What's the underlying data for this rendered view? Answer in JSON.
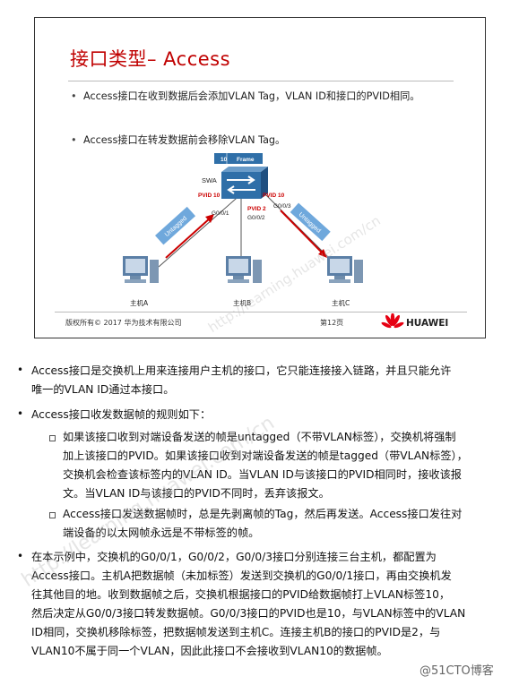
{
  "slide": {
    "title": "接口类型– Access",
    "bullets": [
      "Access接口在收到数据后会添加VLAN Tag，VLAN ID和接口的PVID相同。",
      "Access接口在转发数据前会移除VLAN Tag。"
    ],
    "diagram": {
      "frame_vlan": "10",
      "frame_label": "Frame",
      "switch_name": "SWA",
      "pvid_left": "PVID 10",
      "pvid_mid": "PVID 2",
      "pvid_right": "PVID 10",
      "port_left": "G0/0/1",
      "port_mid": "G0/0/2",
      "port_right": "G0/0/3",
      "untagged_left": "Untagged",
      "untagged_right": "Untagged",
      "host_a": "主机A",
      "host_b": "主机B",
      "host_c": "主机C"
    },
    "footer": {
      "copyright": "版权所有© 2017 华为技术有限公司",
      "page": "第12页",
      "brand": "HUAWEI"
    }
  },
  "body": {
    "p1_line1": "Access接口是交换机上用来连接用户主机的接口，它只能连接接入链路，并且只能允许",
    "p1_line2": "唯一的VLAN ID通过本接口。",
    "p2": "Access接口收发数据帧的规则如下：",
    "s1_lines": [
      "如果该接口收到对端设备发送的帧是untagged（不带VLAN标签），交换机将强制",
      "加上该接口的PVID。如果该接口收到对端设备发送的帧是tagged（带VLAN标签），",
      "交换机会检查该标签内的VLAN ID。当VLAN ID与该接口的PVID相同时，接收该报",
      "文。当VLAN ID与该接口的PVID不同时，丢弃该报文。"
    ],
    "s2_lines": [
      "Access接口发送数据帧时，总是先剥离帧的Tag，然后再发送。Access接口发往对",
      "端设备的以太网帧永远是不带标签的帧。"
    ],
    "p3_lines": [
      "在本示例中，交换机的G0/0/1，G0/0/2，G0/0/3接口分别连接三台主机，都配置为",
      "Access接口。主机A把数据帧（未加标签）发送到交换机的G0/0/1接口，再由交换机发",
      "往其他目的地。收到数据帧之后，交换机根据接口的PVID给数据帧打上VLAN标签10，",
      "然后决定从G0/0/3接口转发数据帧。G0/0/3接口的PVID也是10，与VLAN标签中的VLAN",
      "ID相同，交换机移除标签，把数据帧发送到主机C。连接主机B的接口的PVID是2，与",
      "VLAN10不属于同一个VLAN，因此此接口不会接收到VLAN10的数据帧。"
    ],
    "watermark_slide": "http://learning.huawei.com/cn",
    "watermark_page": "http://learning.huawei.com/cn"
  },
  "credit": "@51CTO博客",
  "colors": {
    "title_red": "#c00000",
    "link_red": "#cc0000",
    "switch_blue": "#2f6fa8",
    "tag_blue": "#5b9bd5"
  }
}
